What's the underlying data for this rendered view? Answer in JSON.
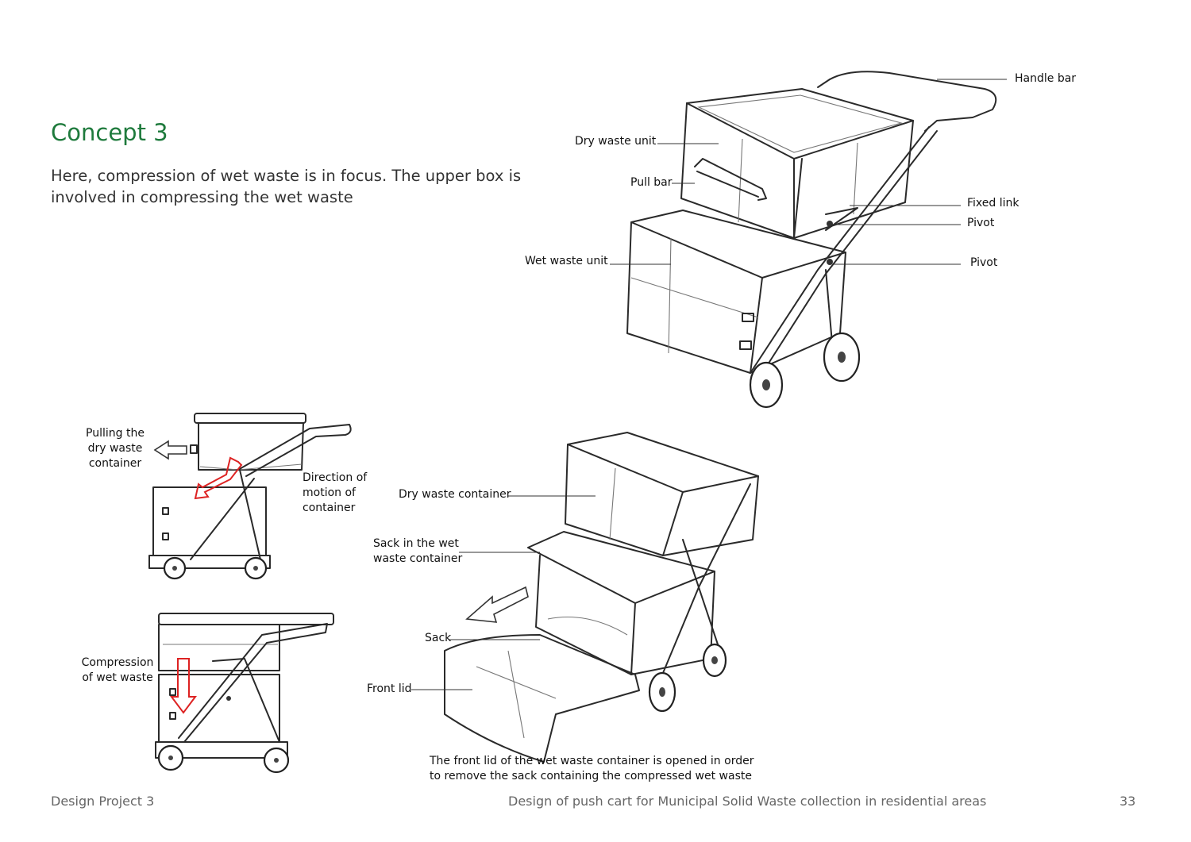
{
  "page": {
    "title": "Concept 3",
    "description": "Here, compression of wet waste is in focus. The upper box is involved in compressing the wet waste"
  },
  "sketch_main": {
    "labels": {
      "handle_bar": "Handle bar",
      "dry_waste_unit": "Dry waste unit",
      "pull_bar": "Pull bar",
      "fixed_link": "Fixed link",
      "pivot_upper": "Pivot",
      "wet_waste_unit": "Wet waste unit",
      "pivot_lower": "Pivot"
    }
  },
  "sketch_pull": {
    "labels": {
      "pulling": [
        "Pulling the",
        "dry waste",
        "container"
      ],
      "direction": [
        "Direction of",
        "motion of",
        "container"
      ]
    }
  },
  "sketch_compress": {
    "labels": {
      "compression": [
        "Compression",
        "of wet waste"
      ]
    }
  },
  "sketch_open": {
    "labels": {
      "dry_waste_container": "Dry waste container",
      "sack_in_wet": [
        "Sack in the wet",
        "waste container"
      ],
      "sack": "Sack",
      "front_lid": "Front lid"
    },
    "caption": [
      "The front lid of the wet waste container is opened in order",
      "to remove the sack containing the compressed wet waste"
    ]
  },
  "footer": {
    "left": "Design Project 3",
    "center": "Design of push cart for Municipal Solid Waste collection in residential areas",
    "page_number": "33"
  },
  "colors": {
    "title": "#1e7a3c",
    "arrow_red": "#dd2222"
  }
}
